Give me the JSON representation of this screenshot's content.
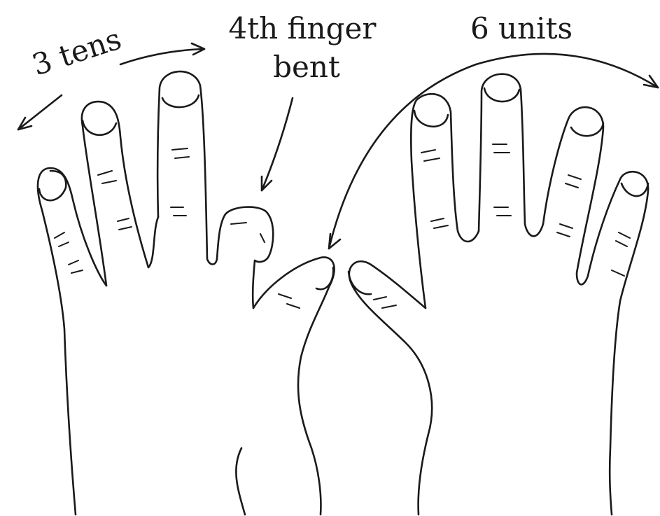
{
  "labels": {
    "tens": "3 tens",
    "bent_line1": "4th finger",
    "bent_line2": "bent",
    "units": "6 units"
  },
  "colors": {
    "ink": "#1a1a1a",
    "background": "#ffffff"
  }
}
